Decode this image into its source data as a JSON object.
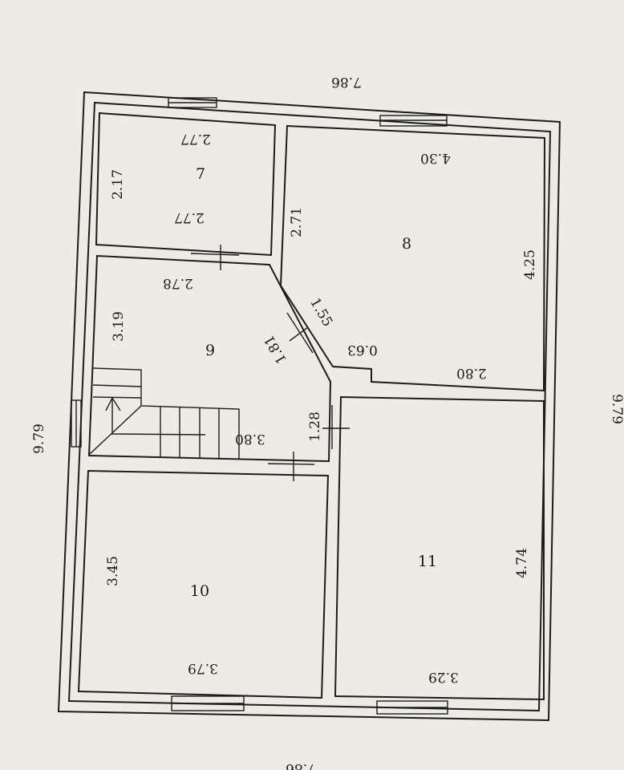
{
  "plan": {
    "outer_width": "7.86",
    "outer_height": "9.79",
    "rooms": [
      {
        "number": "7",
        "dims": [
          "2.77",
          "2.77",
          "2.17"
        ]
      },
      {
        "number": "8",
        "dims": [
          "4.30",
          "2.71",
          "4.25",
          "2.80",
          "0.63",
          "1.55"
        ]
      },
      {
        "number": "9",
        "dims": [
          "2.78",
          "3.19",
          "1.81",
          "1.28",
          "3.80"
        ]
      },
      {
        "number": "10",
        "dims": [
          "3.45",
          "3.79"
        ]
      },
      {
        "number": "11",
        "dims": [
          "4.74",
          "3.29"
        ]
      }
    ]
  },
  "colors": {
    "paper": "#edebe4",
    "ink": "#1c1c1c"
  }
}
